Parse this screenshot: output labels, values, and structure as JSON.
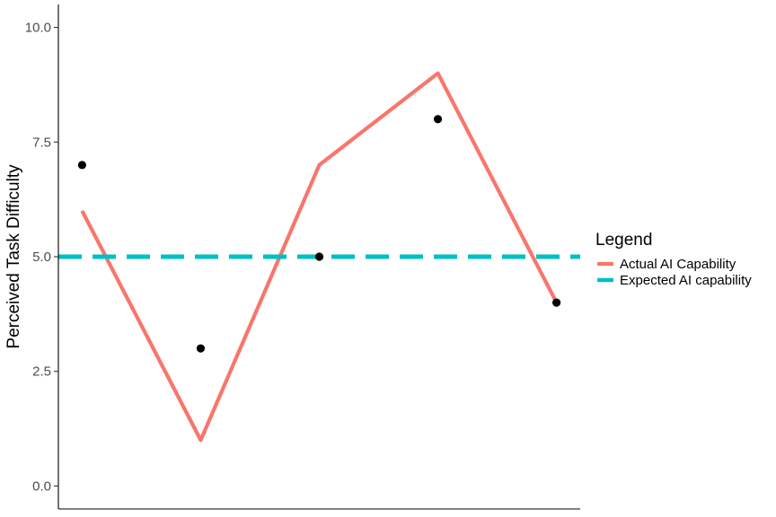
{
  "chart_data": {
    "type": "line",
    "title": "",
    "xlabel": "",
    "ylabel": "Perceived Task Difficulty",
    "ylim": [
      -0.5,
      10.5
    ],
    "yticks": [
      0,
      2.5,
      5,
      7.5,
      10
    ],
    "ytick_labels": [
      "0.0",
      "2.5",
      "5.0",
      "7.5",
      "10.0"
    ],
    "x": [
      1,
      2,
      3,
      4,
      5
    ],
    "xlim": [
      0.8,
      5.2
    ],
    "grid": false,
    "legend_position": "right",
    "legend": {
      "title": "Legend",
      "entries": [
        {
          "label": "Actual AI Capability",
          "color": "#F8766D",
          "style": "solid"
        },
        {
          "label": "Expected AI capability",
          "color": "#00BFC4",
          "style": "dashed"
        }
      ]
    },
    "series": [
      {
        "name": "Actual AI Capability",
        "kind": "line",
        "color": "#F8766D",
        "values": [
          6,
          1,
          7,
          9,
          4
        ]
      },
      {
        "name": "Expected AI capability",
        "kind": "hline",
        "color": "#00BFC4",
        "values": [
          5,
          5,
          5,
          5,
          5
        ]
      },
      {
        "kind": "points",
        "color": "#000000",
        "values": [
          7,
          3,
          5,
          8,
          4
        ]
      }
    ]
  }
}
